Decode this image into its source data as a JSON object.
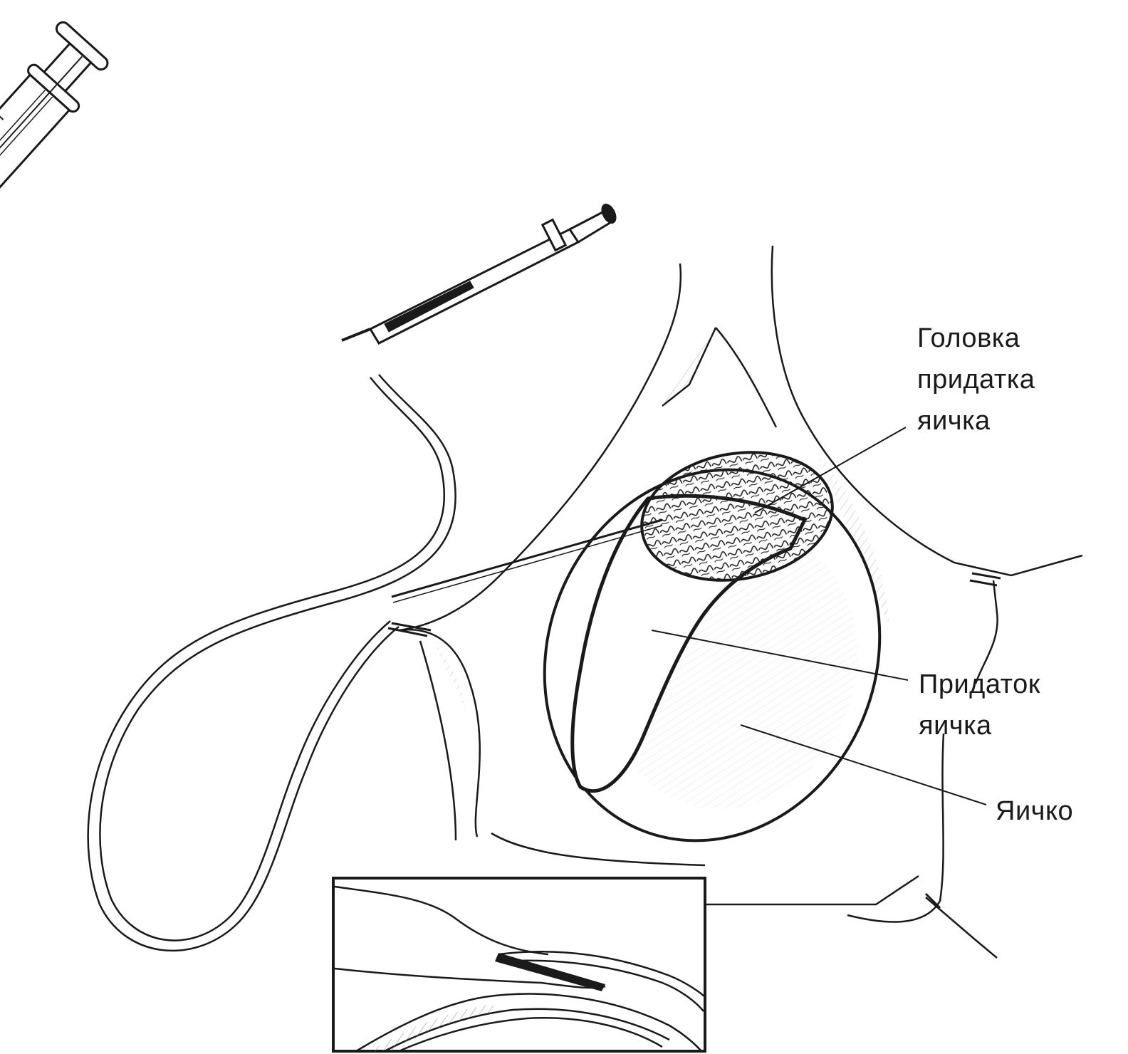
{
  "labels": {
    "epididymis_head": "Головка\nпридатка\nяичка",
    "epididymis": "Придаток\nяичка",
    "testis": "Яичко"
  },
  "colors": {
    "ink": "#1a1a1a",
    "background": "#ffffff",
    "shade": "#bdbdbd"
  }
}
